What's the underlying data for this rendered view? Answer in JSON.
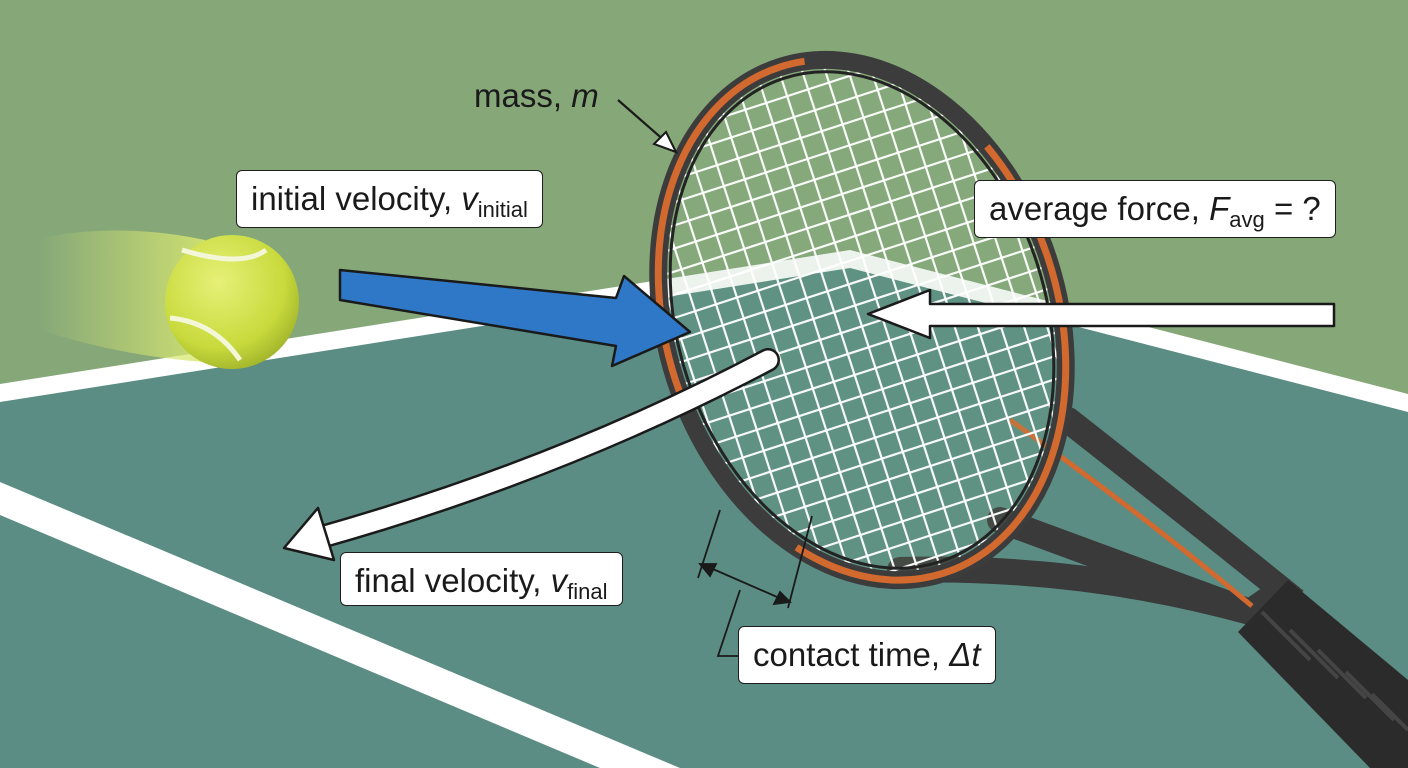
{
  "labels": {
    "mass": {
      "text": "mass, ",
      "symbol": "m"
    },
    "initial_velocity": {
      "text": "initial velocity, ",
      "symbol": "v",
      "subscript": "initial"
    },
    "average_force": {
      "text": "average force, ",
      "symbol": "F",
      "subscript": "avg",
      "suffix": " = ?"
    },
    "final_velocity": {
      "text": "final velocity, ",
      "symbol": "v",
      "subscript": "final"
    },
    "contact_time": {
      "text": "contact time, ",
      "symbol": "Δt"
    }
  },
  "colors": {
    "background": "#86a878",
    "court": "#5b8d84",
    "court_line": "#ffffff",
    "ball": "#cfe04a",
    "racket_frame": "#3c3c3c",
    "racket_accent": "#d2692e",
    "initial_arrow": "#2f78c8",
    "force_arrow": "#ffffff"
  }
}
